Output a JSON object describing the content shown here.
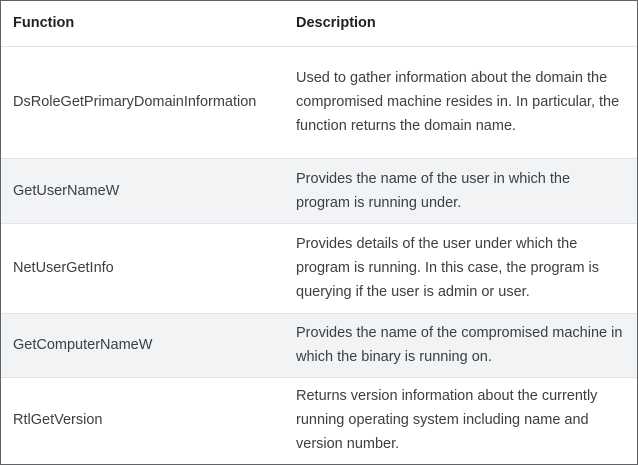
{
  "table": {
    "headers": [
      "Function",
      "Description"
    ],
    "rows": [
      {
        "function": "DsRoleGetPrimaryDomainInformation",
        "description": "Used to gather information about the domain the compromised machine resides in. In particular, the function returns the domain name."
      },
      {
        "function": "GetUserNameW",
        "description": "Provides the name of the user in which the program is running under."
      },
      {
        "function": "NetUserGetInfo",
        "description": "Provides details of the user under which the program is running. In this case, the program is querying if the user is admin or user."
      },
      {
        "function": "GetComputerNameW",
        "description": "Provides the name of the compromised machine in which the binary is running on."
      },
      {
        "function": "RtlGetVersion",
        "description": "Returns version information about the currently running operating system including name and version number."
      }
    ]
  }
}
